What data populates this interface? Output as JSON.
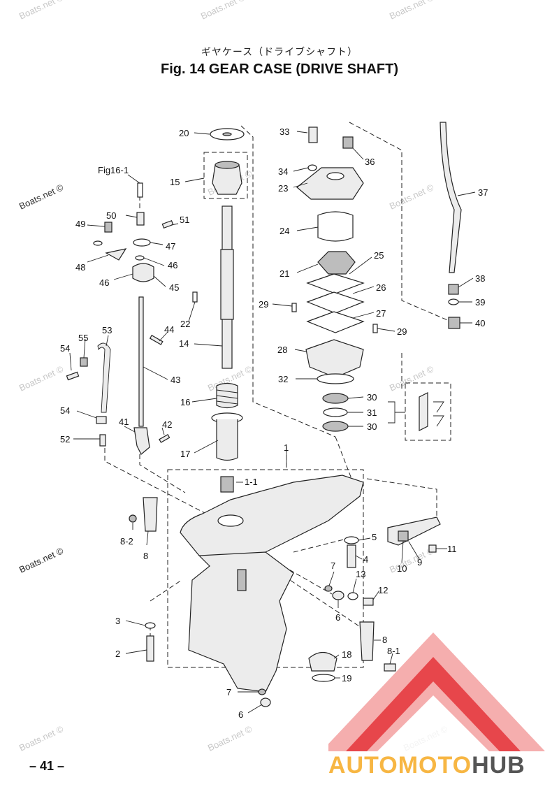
{
  "header": {
    "title_jp": "ギヤケース（ドライブシャフト）",
    "title": "Fig. 14    GEAR CASE   (DRIVE SHAFT)"
  },
  "page_number": "– 41 –",
  "watermark": "Boats.net ©",
  "logo": {
    "text_part1": "AUTOMOTO",
    "text_part2": "HUB"
  },
  "labels": {
    "ref_fig16": "Fig16-1",
    "p1": "1",
    "p1_1": "1-1",
    "p2": "2",
    "p3": "3",
    "p4": "4",
    "p5": "5",
    "p6a": "6",
    "p6b": "6",
    "p7a": "7",
    "p7b": "7",
    "p8a": "8",
    "p8_2": "8-2",
    "p8b": "8",
    "p8_1": "8-1",
    "p9": "9",
    "p10": "10",
    "p11": "11",
    "p12": "12",
    "p13": "13",
    "p14": "14",
    "p15": "15",
    "p16": "16",
    "p17": "17",
    "p18": "18",
    "p19": "19",
    "p20": "20",
    "p21": "21",
    "p22": "22",
    "p23": "23",
    "p24": "24",
    "p25": "25",
    "p26": "26",
    "p27": "27",
    "p28": "28",
    "p29a": "29",
    "p29b": "29",
    "p30a": "30",
    "p30b": "30",
    "p31": "31",
    "p32": "32",
    "p33": "33",
    "p34": "34",
    "p36": "36",
    "p37": "37",
    "p38": "38",
    "p39": "39",
    "p40": "40",
    "p41": "41",
    "p42": "42",
    "p43": "43",
    "p44": "44",
    "p45": "45",
    "p46a": "46",
    "p46b": "46",
    "p47": "47",
    "p48": "48",
    "p49": "49",
    "p50": "50",
    "p51": "51",
    "p52": "52",
    "p53": "53",
    "p54a": "54",
    "p54b": "54",
    "p55": "55"
  },
  "colors": {
    "logo_red": "#e4343a",
    "logo_pink": "#f4a5a5",
    "logo_orange": "#f7b643",
    "logo_grey": "#555555"
  }
}
